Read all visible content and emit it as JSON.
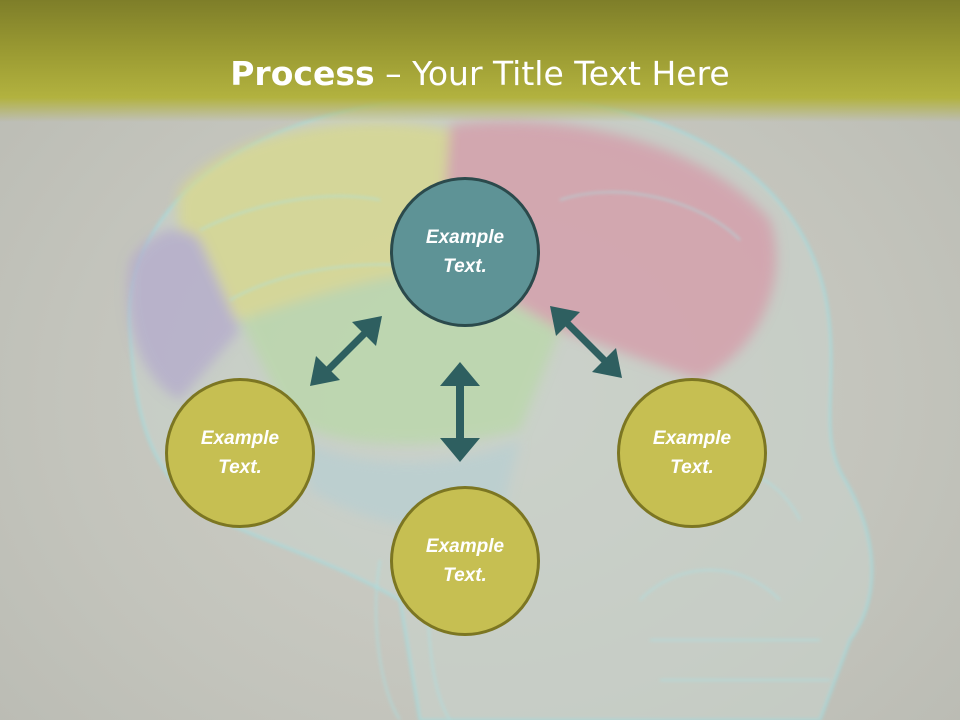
{
  "title": {
    "bold": "Process",
    "rest": " – Your Title Text Here"
  },
  "nodes": {
    "top": {
      "line1": "Example",
      "line2": "Text."
    },
    "left": {
      "line1": "Example",
      "line2": "Text."
    },
    "right": {
      "line1": "Example",
      "line2": "Text."
    },
    "bottom": {
      "line1": "Example",
      "line2": "Text."
    }
  },
  "colors": {
    "title_band": "#b2b23f",
    "top_node": "#5e9396",
    "olive_node": "#c6bf52",
    "arrow": "#2e5f60"
  },
  "background_image": "translucent-skull-brain-illustration"
}
